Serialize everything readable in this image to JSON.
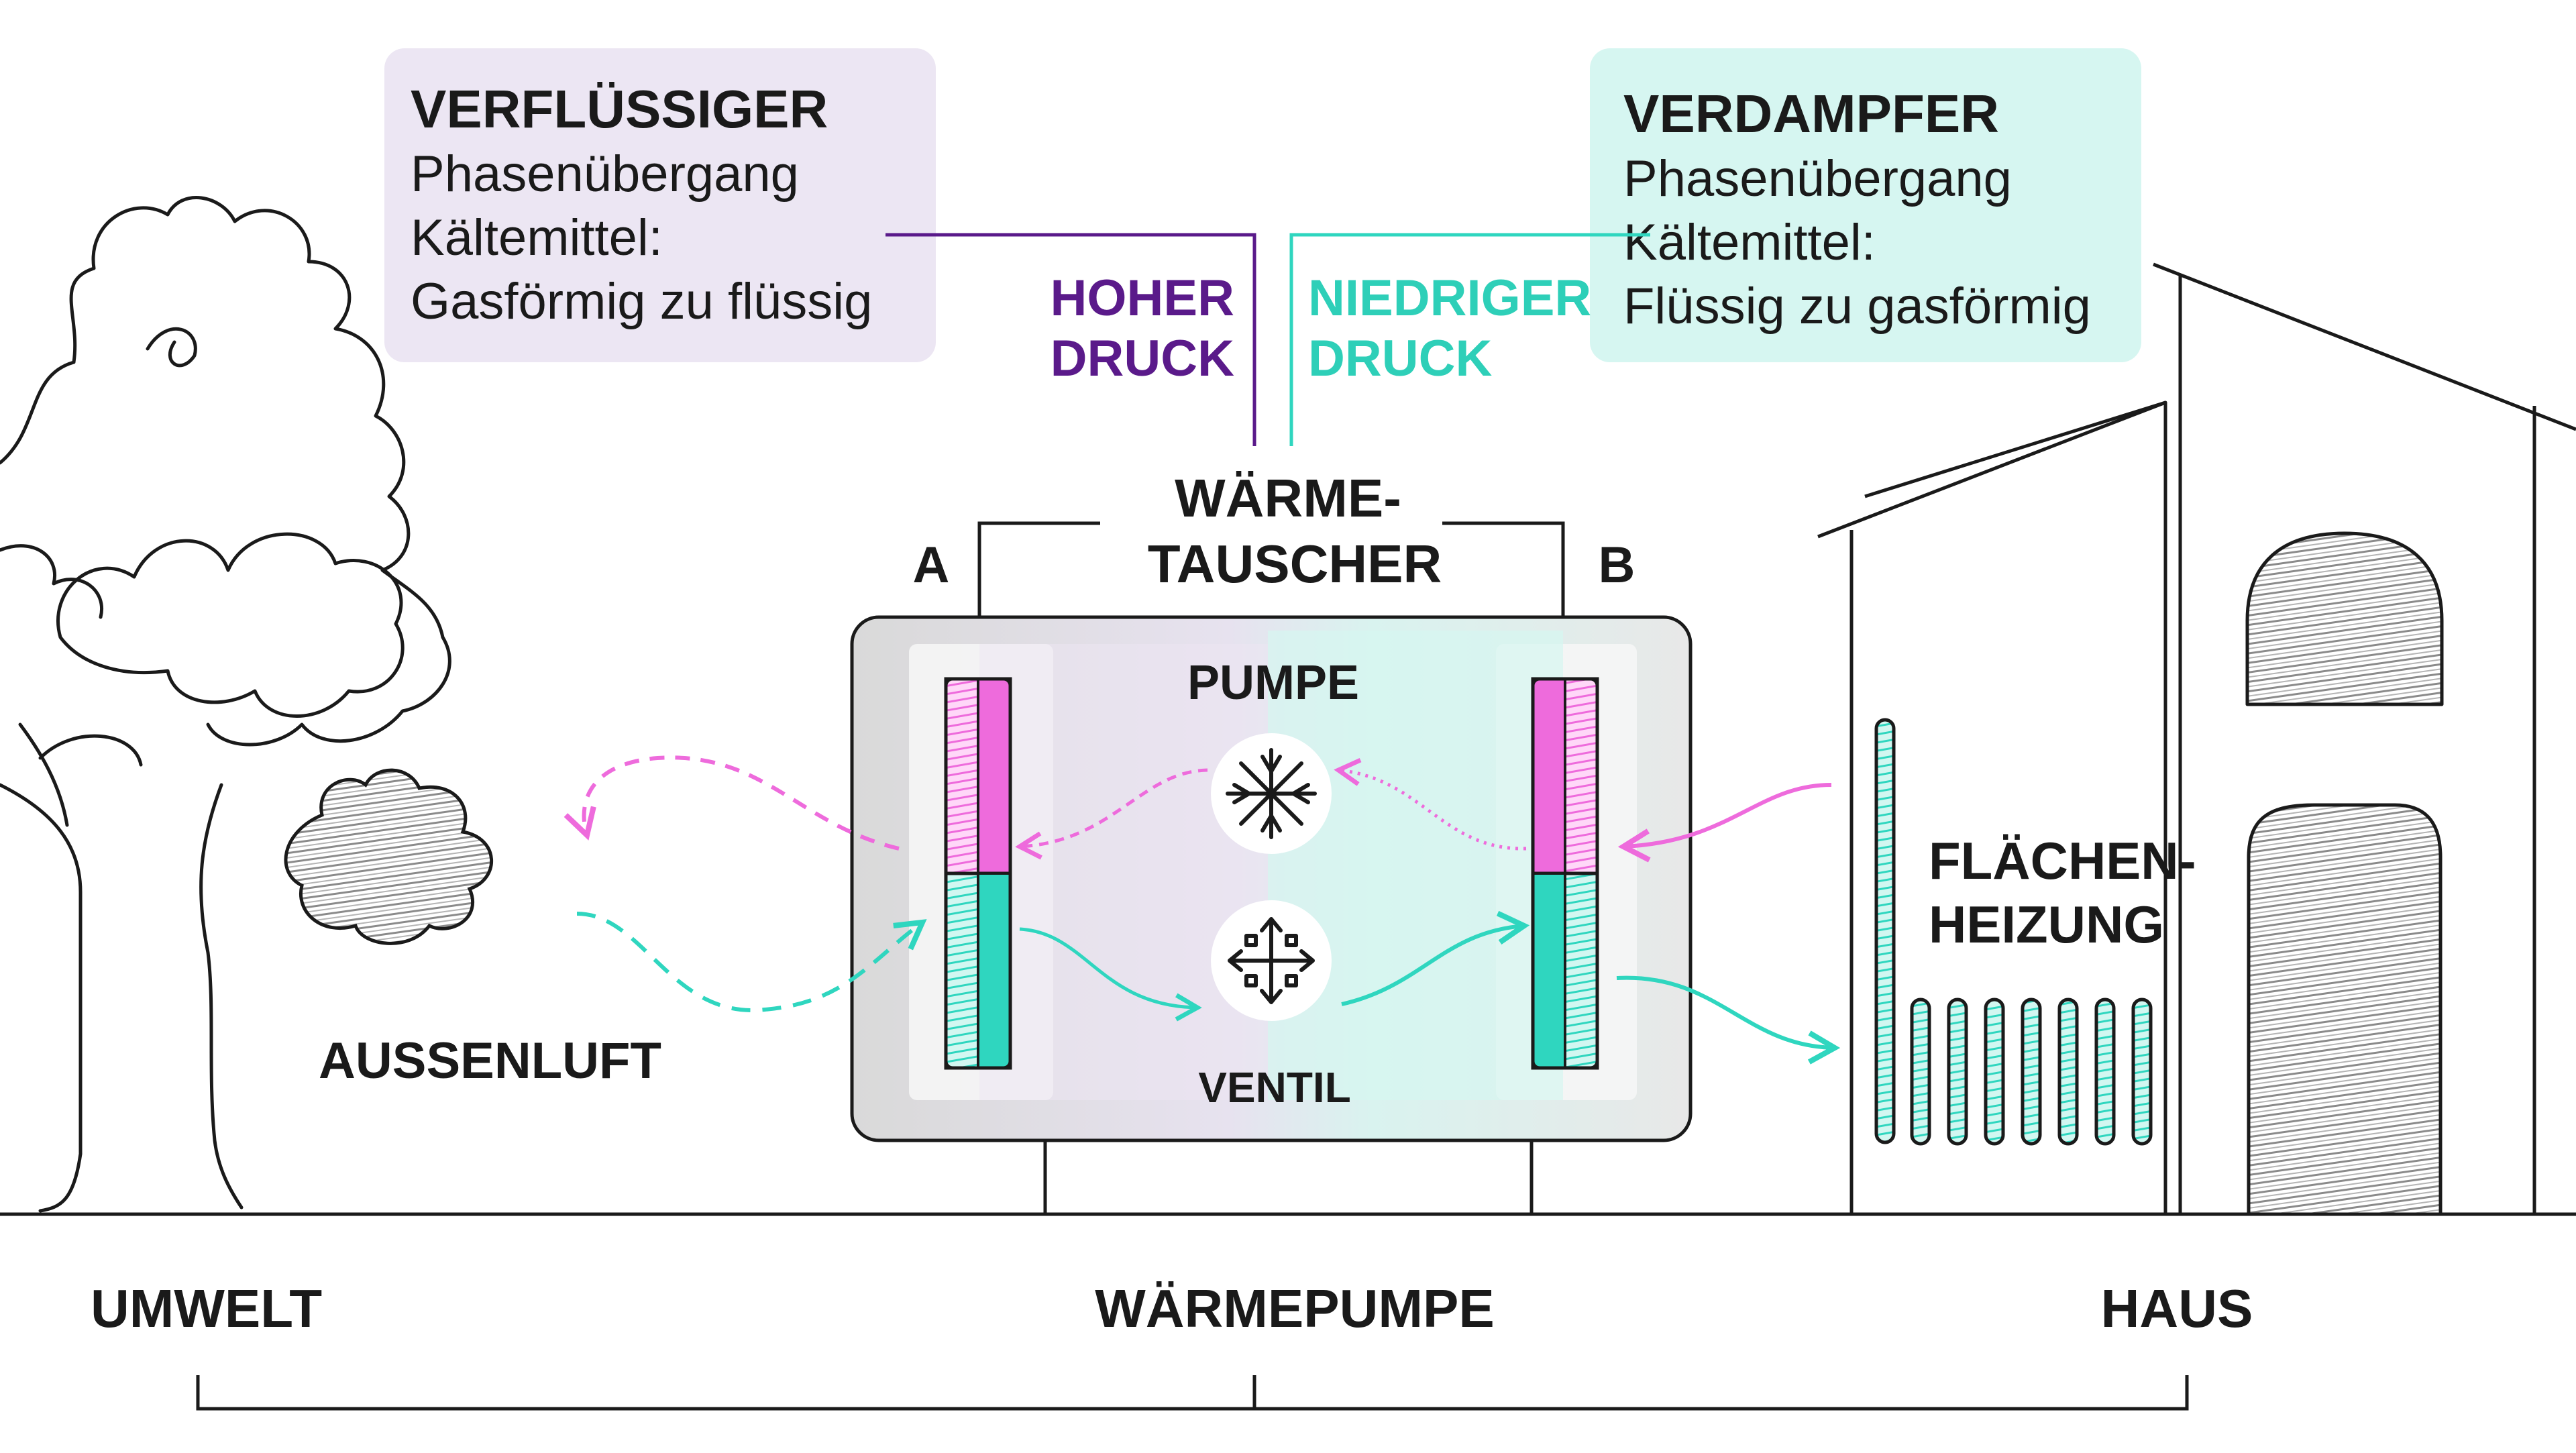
{
  "colors": {
    "ink": "#1a1a1a",
    "purple_text": "#5a1a8a",
    "teal_text": "#2ecfb8",
    "violet_box": "#ece6f3",
    "mint_box": "#d6f6f1",
    "magenta": "#ee6bdc",
    "turquoise": "#2fd6bf",
    "gray_fill": "#d8d8d8"
  },
  "condenser": {
    "title": "VERFLÜSSIGER",
    "line1": "Phasenübergang",
    "line2": "Kältemittel:",
    "line3": "Gasförmig zu flüssig"
  },
  "evaporator": {
    "title": "VERDAMPFER",
    "line1": "Phasenübergang",
    "line2": "Kältemittel:",
    "line3": "Flüssig zu gasförmig"
  },
  "pressure": {
    "high_1": "HOHER",
    "high_2": "DRUCK",
    "low_1": "NIEDRIGER",
    "low_2": "DRUCK"
  },
  "exchanger": {
    "line1": "WÄRME-",
    "line2": "TAUSCHER",
    "label_a": "A",
    "label_b": "B"
  },
  "unit": {
    "pump": "PUMPE",
    "valve": "VENTIL"
  },
  "outside": {
    "air": "AUSSENLUFT"
  },
  "house": {
    "heating_1": "FLÄCHEN-",
    "heating_2": "HEIZUNG"
  },
  "bottom": {
    "environment": "UMWELT",
    "heatpump": "WÄRMEPUMPE",
    "house": "HAUS"
  },
  "icons": {
    "pump": "compress-arrows-icon",
    "valve": "expand-arrows-icon"
  }
}
